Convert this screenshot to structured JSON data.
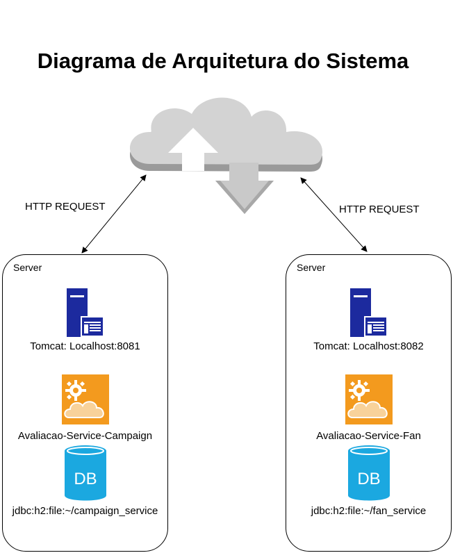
{
  "title": "Diagrama de Arquitetura do Sistema",
  "connections": [
    {
      "label": "HTTP REQUEST"
    },
    {
      "label": "HTTP REQUEST"
    }
  ],
  "servers": [
    {
      "label": "Server",
      "tomcat": "Tomcat: Localhost:8081",
      "service": "Avaliacao-Service-Campaign",
      "db_icon_text": "DB",
      "db": "jdbc:h2:file:~/campaign_service"
    },
    {
      "label": "Server",
      "tomcat": "Tomcat: Localhost:8082",
      "service": "Avaliacao-Service-Fan",
      "db_icon_text": "DB",
      "db": "jdbc:h2:file:~/fan_service"
    }
  ],
  "colors": {
    "server_blue": "#1c2a9e",
    "service_orange": "#f39a1e",
    "db_cyan": "#1ba8e0",
    "cloud_gray": "#c9c9c9"
  }
}
